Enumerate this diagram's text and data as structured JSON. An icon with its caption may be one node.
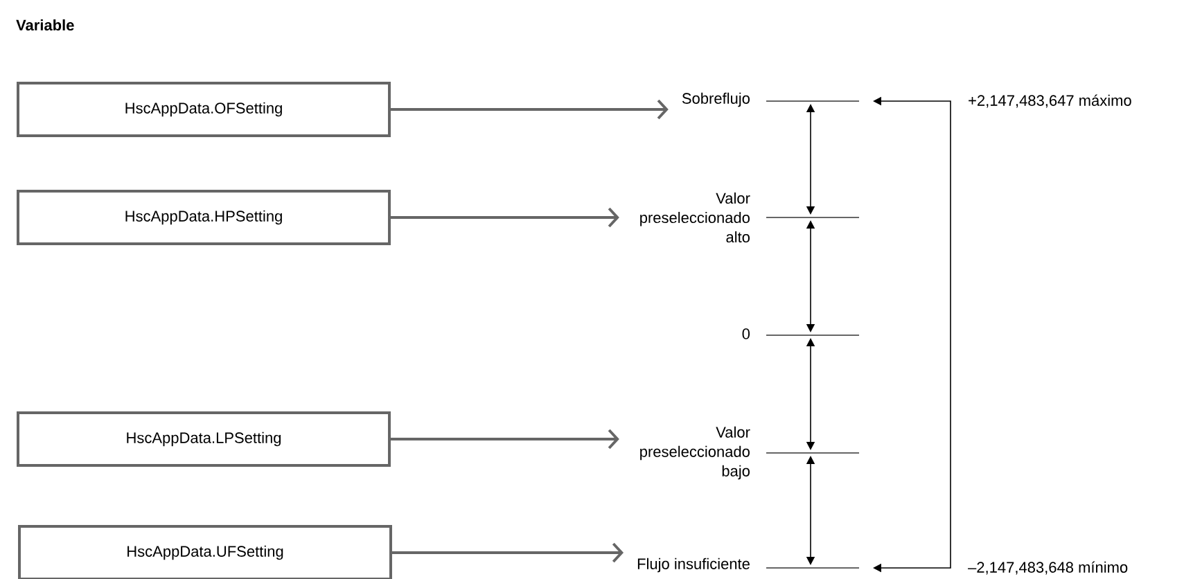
{
  "diagram": {
    "title": "Variable",
    "nodes": [
      {
        "text": [
          "HscAppData.OFSetting"
        ]
      },
      {
        "text": [
          "HscAppData.HPSetting"
        ]
      },
      {
        "text": [
          "HscAppData.LPSetting"
        ]
      },
      {
        "text": [
          "HscAppData.UFSetting"
        ]
      },
      {
        "text": [
          "Sobreflujo"
        ]
      },
      {
        "text": [
          "Valor preseleccionado alto"
        ]
      },
      {
        "text": [
          "0"
        ]
      },
      {
        "text": [
          "Valor preseleccionado bajo"
        ]
      },
      {
        "text": [
          "Flujo insuficiente"
        ]
      }
    ],
    "edges": [
      {
        "from": 0,
        "to": 4,
        "arrow": "to"
      },
      {
        "from": 1,
        "to": 5,
        "arrow": "to"
      },
      {
        "from": 2,
        "to": 7,
        "arrow": "to"
      },
      {
        "from": 3,
        "to": 8,
        "arrow": "to"
      }
    ],
    "labels": [
      "+2,147,483,647 máximo",
      "–2,147,483,648 mínimo"
    ]
  }
}
